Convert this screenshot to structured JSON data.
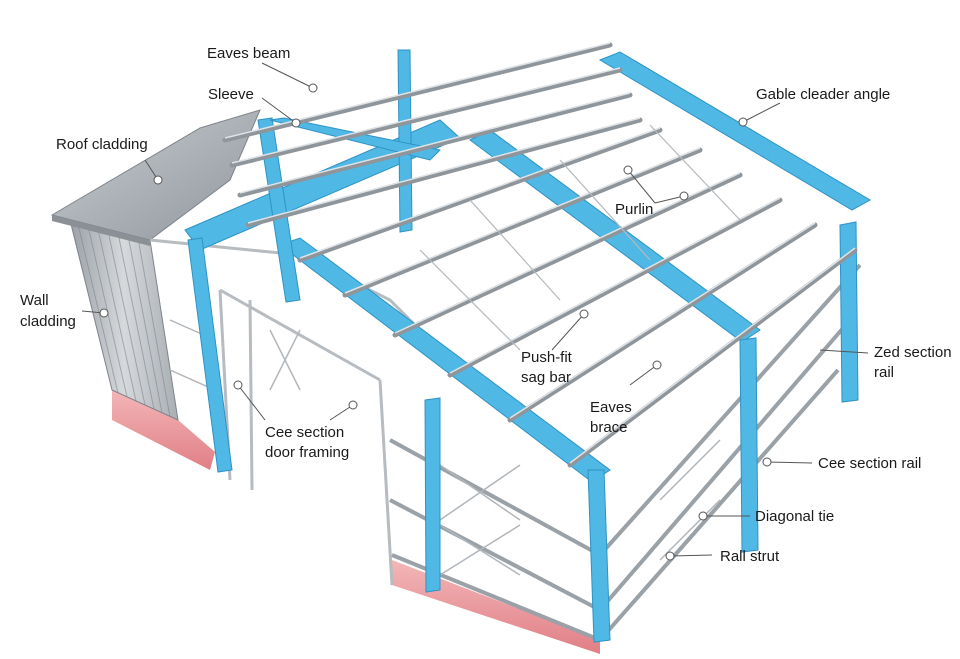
{
  "colors": {
    "steel_frame": "#4fb8e4",
    "steel_frame_dark": "#2e93c4",
    "purlin": "#8e959b",
    "cladding": "#b9bec3",
    "foundation": "#e8959a",
    "leader": "#555555"
  },
  "labels": {
    "eaves_beam": "Eaves beam",
    "sleeve": "Sleeve",
    "roof_cladding": "Roof cladding",
    "gable_cleader_angle": "Gable cleader angle",
    "purlin": "Purlin",
    "wall_cladding_1": "Wall",
    "wall_cladding_2": "cladding",
    "zed_rail_1": "Zed section",
    "zed_rail_2": "rail",
    "push_fit_1": "Push-fit",
    "push_fit_2": "sag bar",
    "eaves_brace_1": "Eaves",
    "eaves_brace_2": "brace",
    "cee_door_1": "Cee section",
    "cee_door_2": "door framing",
    "cee_rail": "Cee section rail",
    "diagonal_tie": "Diagonal tie",
    "rail_strut": "Rall strut"
  }
}
